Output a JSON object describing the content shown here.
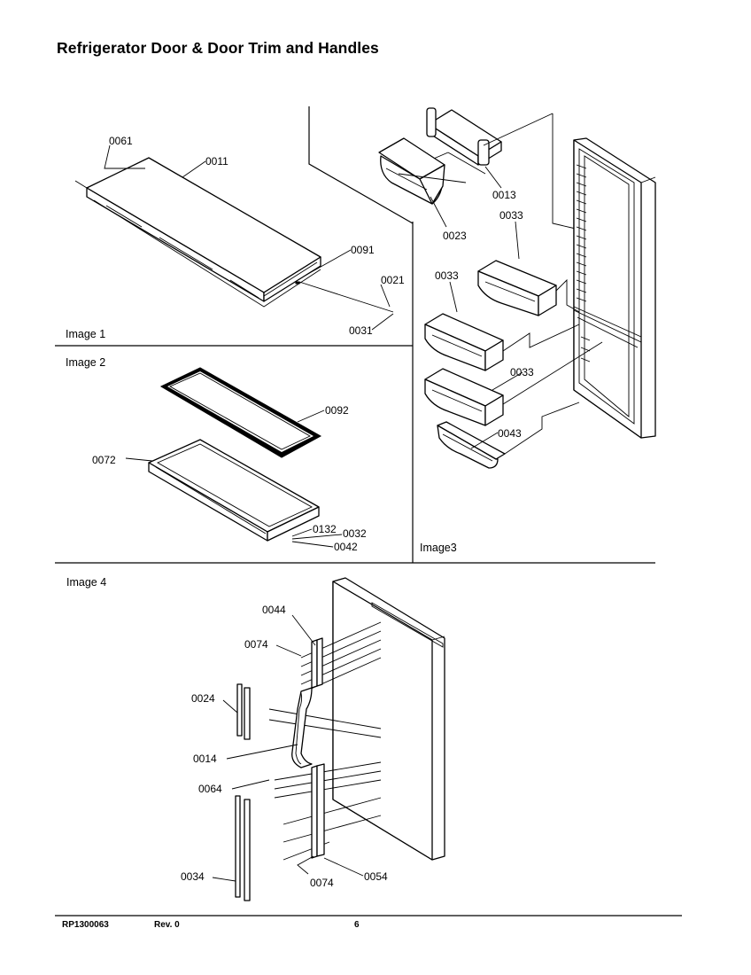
{
  "title": "Refrigerator Door & Door Trim and Handles",
  "sections": {
    "image1": "Image 1",
    "image2": "Image 2",
    "image3": "Image3",
    "image4": "Image 4"
  },
  "image1_callouts": {
    "p0061": "0061",
    "p0011": "0011",
    "p0091": "0091",
    "p0021": "0021",
    "p0031": "0031"
  },
  "image2_callouts": {
    "p0092": "0092",
    "p0072": "0072",
    "p0132": "0132",
    "p0032": "0032",
    "p0042": "0042"
  },
  "image3_callouts": {
    "p0013": "0013",
    "p0023": "0023",
    "p0033_top": "0033",
    "p0033_left": "0033",
    "p0033_lower": "0033",
    "p0043": "0043"
  },
  "image4_callouts": {
    "p0044": "0044",
    "p0074_top": "0074",
    "p0024": "0024",
    "p0014": "0014",
    "p0064": "0064",
    "p0034": "0034",
    "p0074_bottom": "0074",
    "p0054": "0054"
  },
  "footer": {
    "doc_number": "RP1300063",
    "revision": "Rev. 0",
    "page": "6"
  }
}
